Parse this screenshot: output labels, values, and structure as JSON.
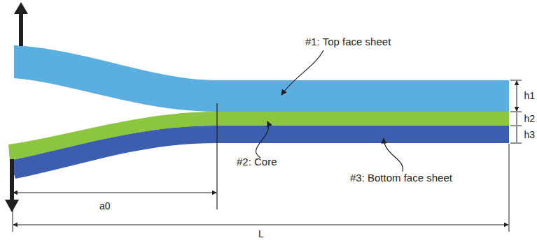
{
  "diagram": {
    "labels": [
      "#1: Top face sheet",
      "#2: Core",
      "#3: Bottom face sheet",
      "h1",
      "h2",
      "h3",
      "a0",
      "L"
    ]
  }
}
